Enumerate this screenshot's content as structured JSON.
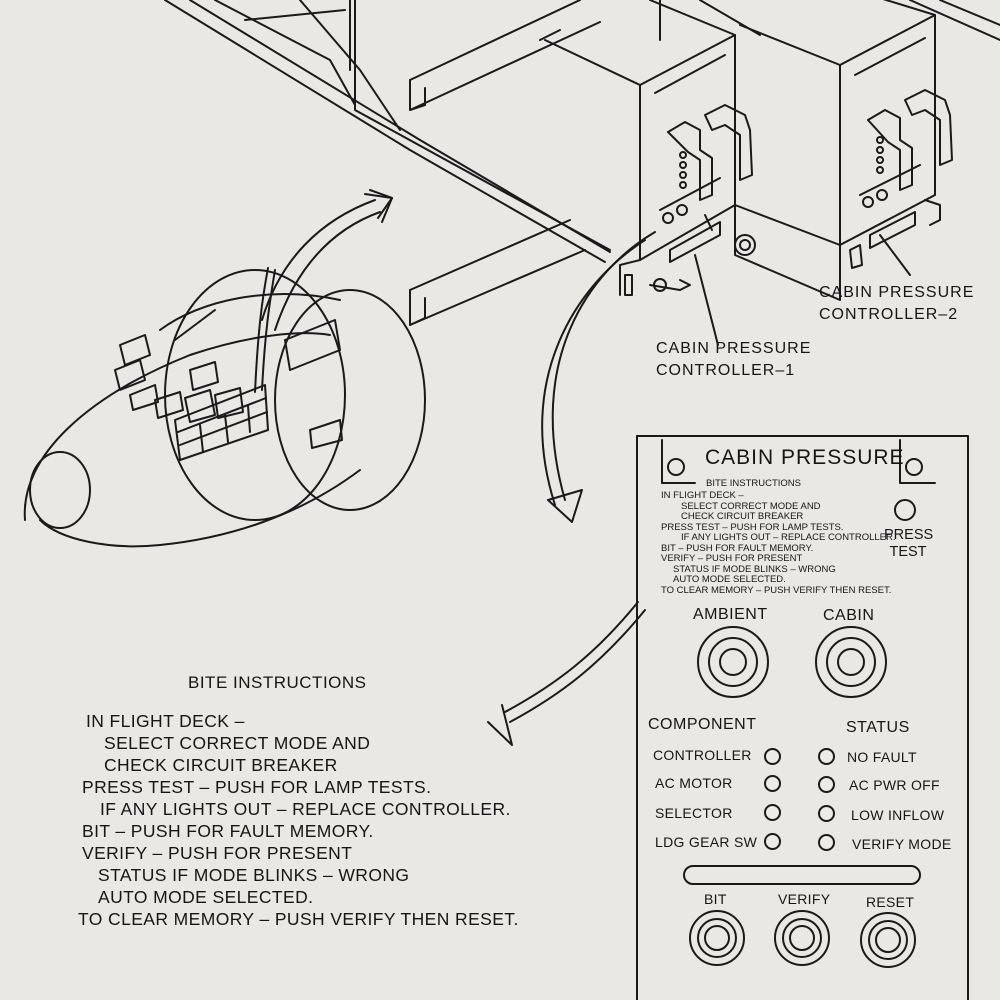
{
  "controllers": {
    "cpc1": [
      "CABIN PRESSURE",
      "CONTROLLER–1"
    ],
    "cpc2": [
      "CABIN PRESSURE",
      "CONTROLLER–2"
    ]
  },
  "panel": {
    "title": "CABIN PRESSURE",
    "bite_heading": "BITE INSTRUCTIONS",
    "bite_lines": [
      "IN FLIGHT DECK –",
      "SELECT CORRECT MODE AND",
      "CHECK CIRCUIT BREAKER",
      "PRESS TEST – PUSH FOR LAMP TESTS.",
      "IF ANY LIGHTS OUT – REPLACE CONTROLLER.",
      "BIT – PUSH FOR FAULT MEMORY.",
      "VERIFY – PUSH FOR PRESENT",
      "STATUS IF MODE BLINKS – WRONG",
      "AUTO MODE SELECTED.",
      "TO CLEAR MEMORY – PUSH VERIFY THEN RESET."
    ],
    "press_test": [
      "PRESS",
      "TEST"
    ],
    "ambient": "AMBIENT",
    "cabin": "CABIN",
    "component_heading": "COMPONENT",
    "status_heading": "STATUS",
    "components": [
      "CONTROLLER",
      "AC MOTOR",
      "SELECTOR",
      "LDG GEAR SW"
    ],
    "statuses": [
      "NO FAULT",
      "AC PWR OFF",
      "LOW INFLOW",
      "VERIFY MODE"
    ],
    "buttons": [
      "BIT",
      "VERIFY",
      "RESET"
    ]
  },
  "enlarged": {
    "heading": "BITE INSTRUCTIONS",
    "lines": [
      "IN FLIGHT DECK –",
      "SELECT CORRECT MODE AND",
      "CHECK CIRCUIT BREAKER",
      "PRESS TEST – PUSH FOR LAMP TESTS.",
      "IF ANY LIGHTS OUT – REPLACE CONTROLLER.",
      "BIT – PUSH FOR FAULT MEMORY.",
      "VERIFY – PUSH FOR PRESENT",
      "STATUS IF MODE BLINKS – WRONG",
      "AUTO MODE SELECTED.",
      "TO CLEAR MEMORY – PUSH VERIFY THEN RESET."
    ]
  }
}
